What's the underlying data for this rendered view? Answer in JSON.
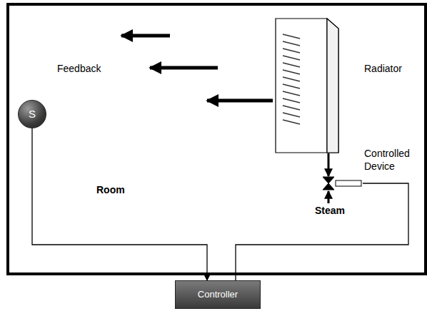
{
  "diagram": {
    "nodes": [
      {
        "text": [
          "Room"
        ]
      },
      {
        "text": [
          "S"
        ],
        "in": 0
      },
      {
        "text": [
          "Radiator"
        ],
        "in": 0
      },
      {
        "text": [
          "Controlled Device"
        ],
        "in": 0
      },
      {
        "text": [
          "Controller"
        ]
      }
    ],
    "edges": [
      {
        "from": 1,
        "to": 4,
        "arrow": "to"
      },
      {
        "from": 4,
        "to": 3,
        "arrow": "none"
      },
      {
        "from": 2,
        "to": 3,
        "arrow": "to"
      }
    ],
    "labels": [
      "Feedback",
      "Steam"
    ]
  }
}
